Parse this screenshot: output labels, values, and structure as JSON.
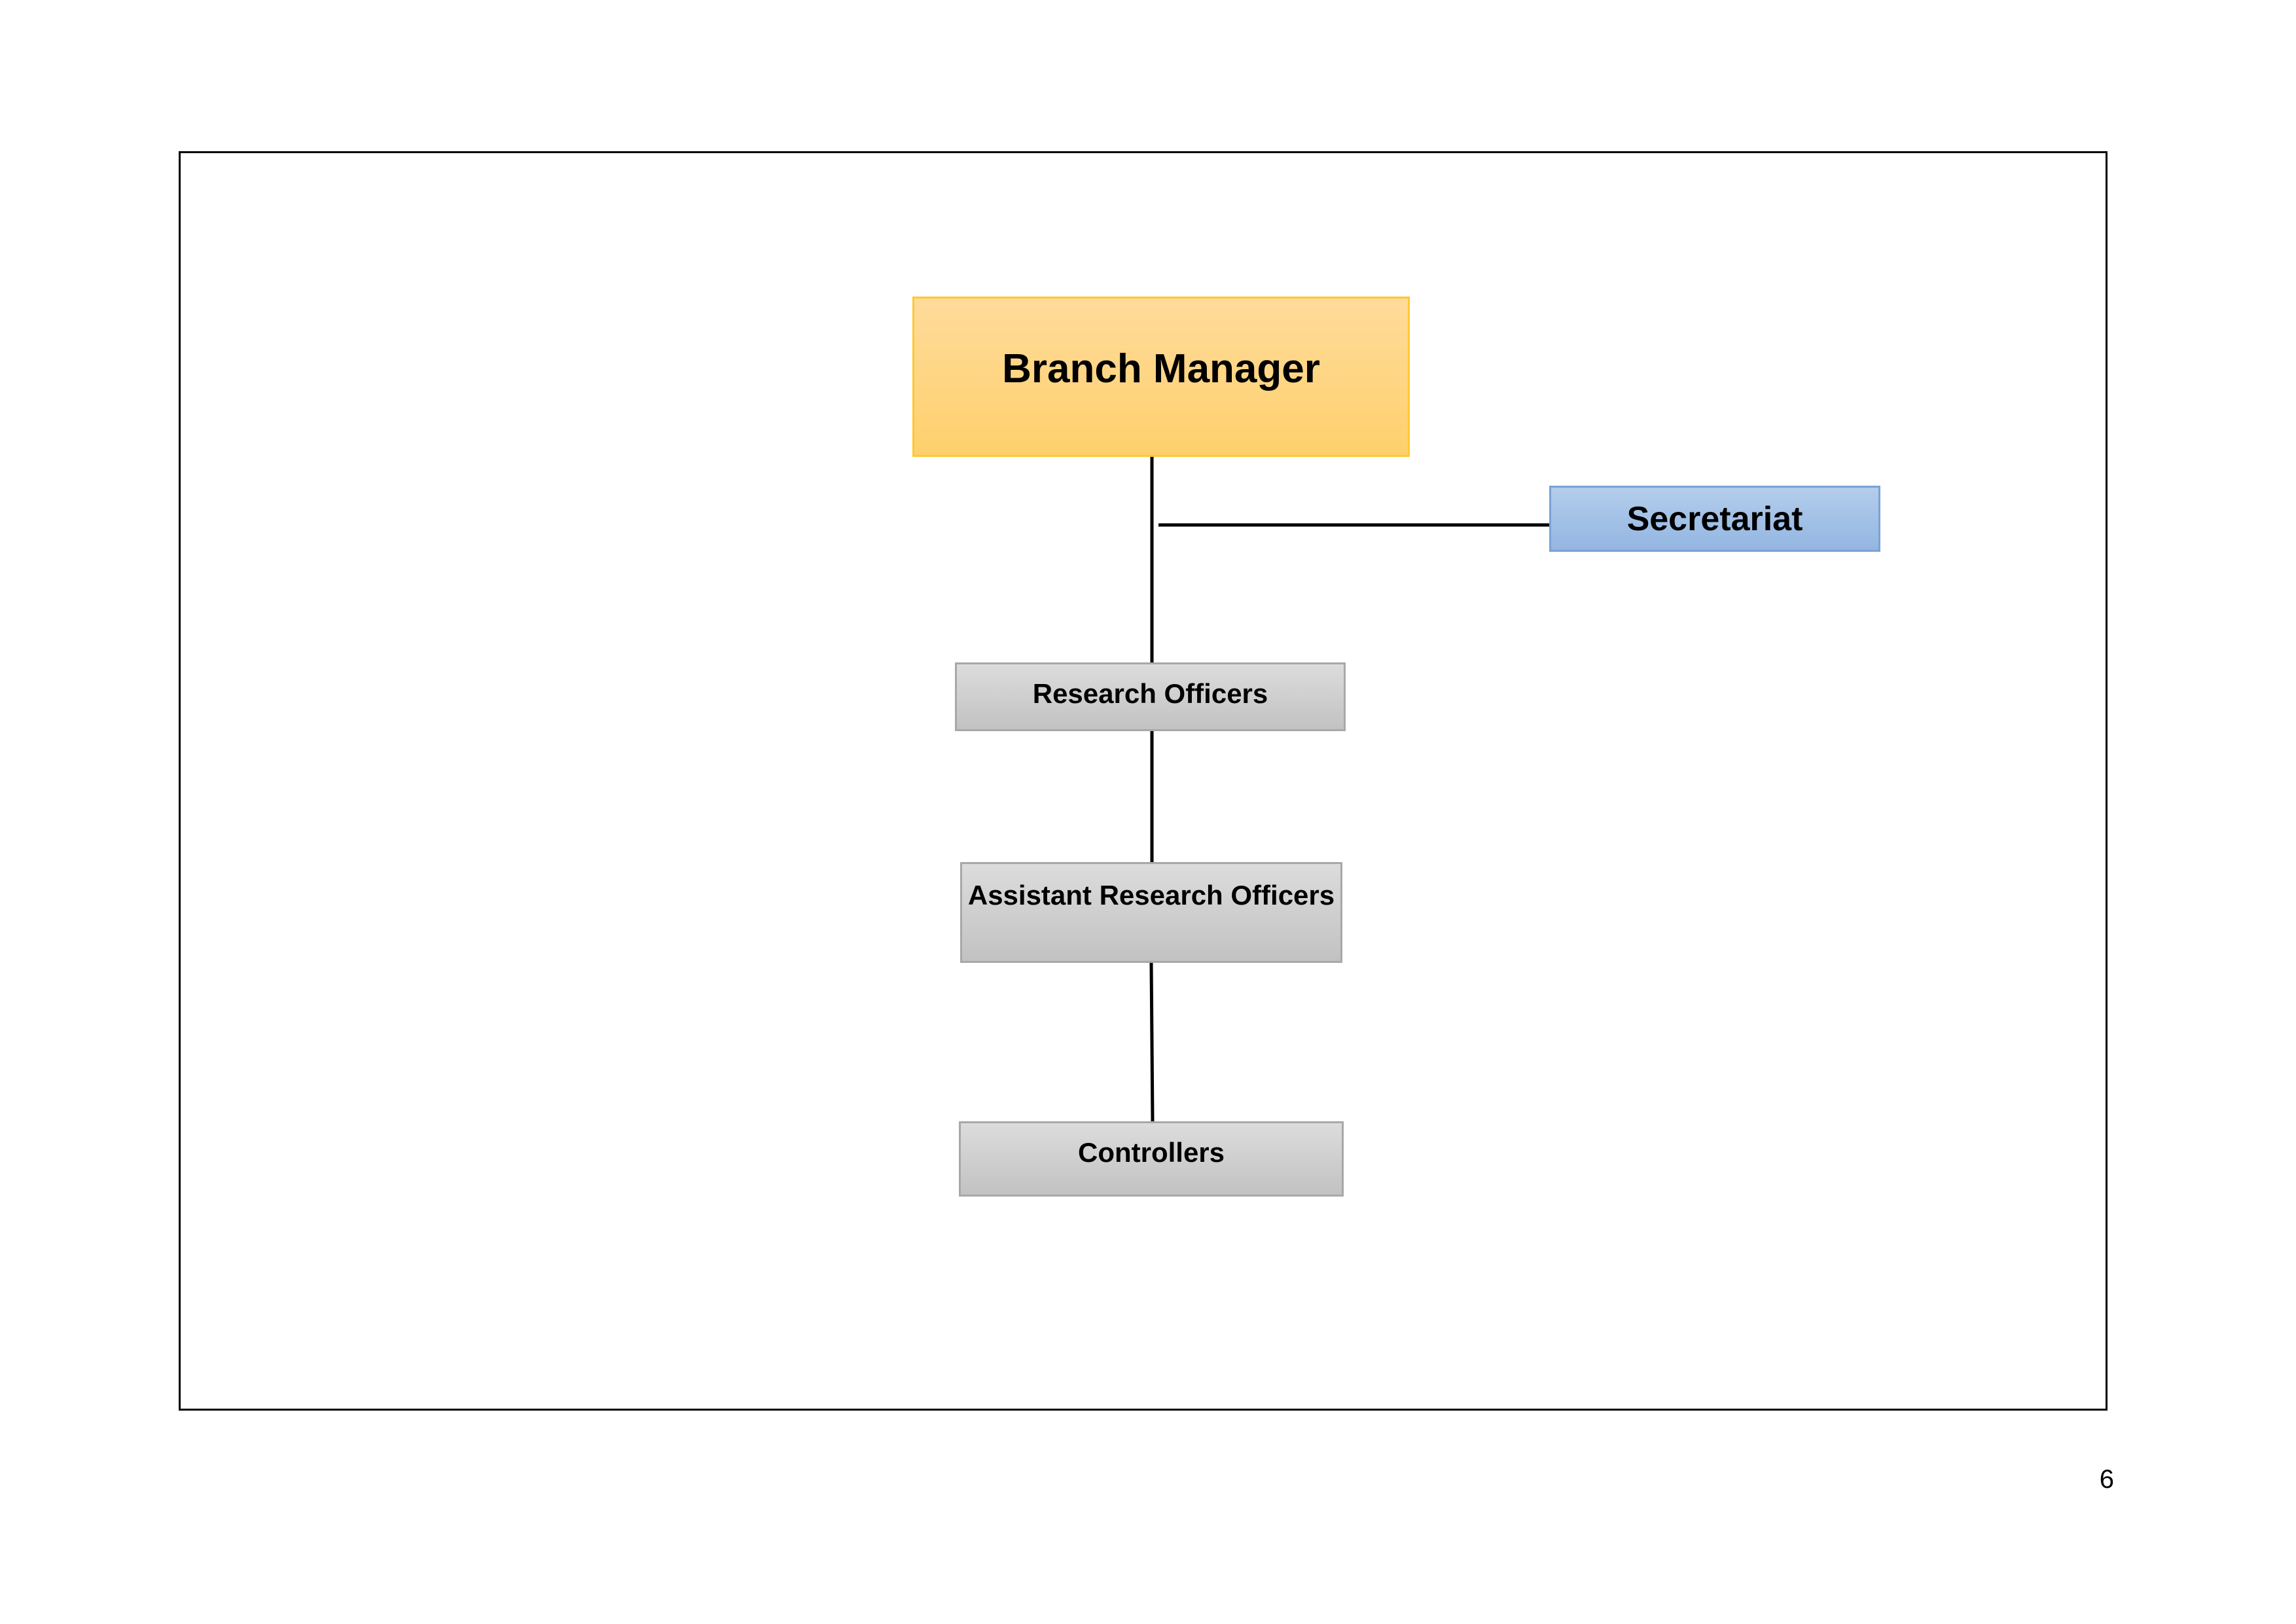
{
  "org_chart": {
    "nodes": {
      "branch_manager": "Branch Manager",
      "secretariat": "Secretariat",
      "research_officers": "Research Officers",
      "assistant_research_officers": "Assistant Research Officers",
      "controllers": "Controllers"
    },
    "edges": [
      {
        "from": "Branch Manager",
        "to": "Research Officers"
      },
      {
        "from": "Branch Manager",
        "to": "Secretariat"
      },
      {
        "from": "Research Officers",
        "to": "Assistant Research Officers"
      },
      {
        "from": "Assistant Research Officers",
        "to": "Controllers"
      }
    ]
  },
  "colors": {
    "manager_fill": "#fed06c",
    "secretariat_fill": "#93b6e2",
    "staff_fill": "#c2c2c2",
    "connector": "#000000"
  },
  "page": {
    "number": "6"
  }
}
